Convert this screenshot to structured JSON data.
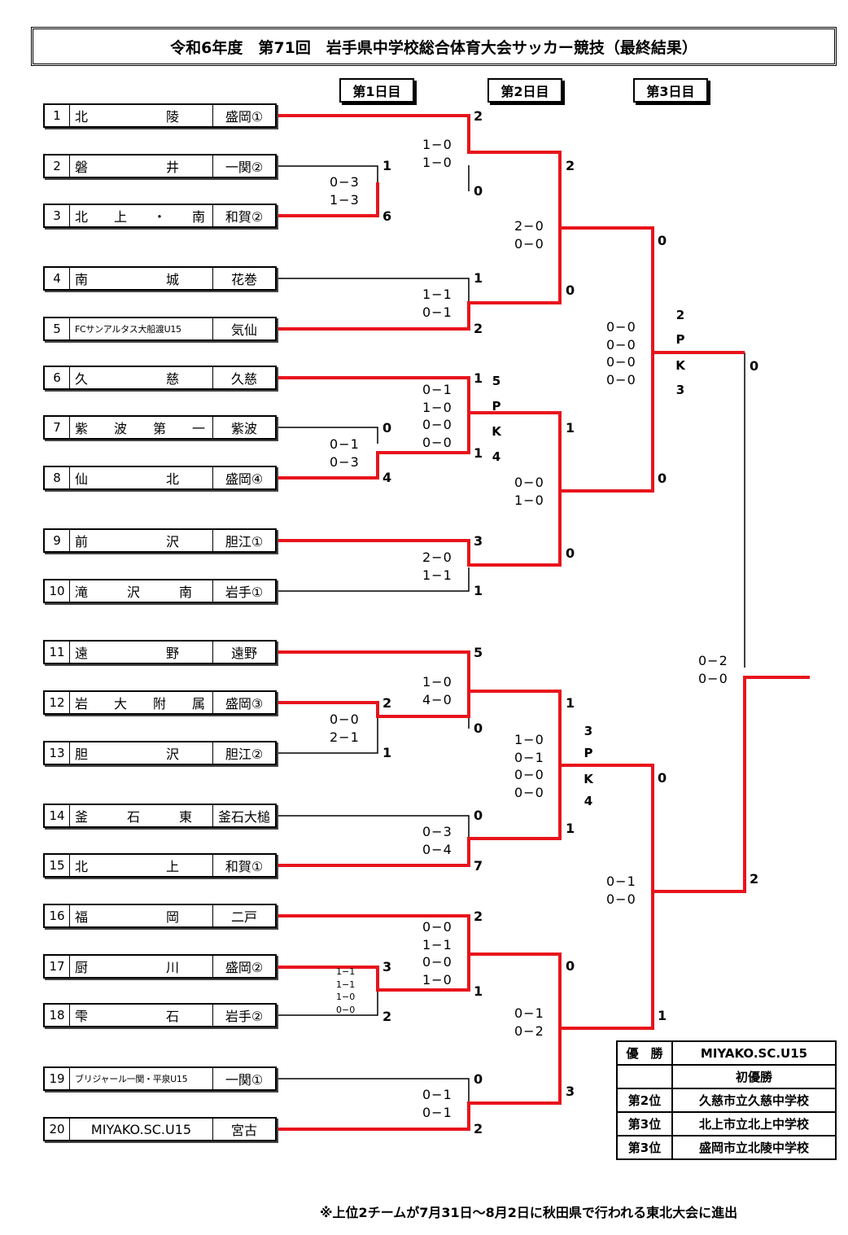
{
  "title": "令和6年度　第71回　岩手県中学校総合体育大会サッカー競技（最終結果）",
  "days": [
    "第1日目",
    "第2日目",
    "第3日目"
  ],
  "teams": [
    {
      "no": "1",
      "name": "北　　　　　　陵",
      "region": "盛岡①"
    },
    {
      "no": "2",
      "name": "磐　　　　　　井",
      "region": "一関②"
    },
    {
      "no": "3",
      "name": "北　　上　　・　　南",
      "region": "和賀②"
    },
    {
      "no": "4",
      "name": "南　　　　　　城",
      "region": "花巻"
    },
    {
      "no": "5",
      "name": "FCサンアルタス大船渡U15",
      "region": "気仙"
    },
    {
      "no": "6",
      "name": "久　　　　　　慈",
      "region": "久慈"
    },
    {
      "no": "7",
      "name": "紫　　波　　第　　一",
      "region": "紫波"
    },
    {
      "no": "8",
      "name": "仙　　　　　　北",
      "region": "盛岡④"
    },
    {
      "no": "9",
      "name": "前　　　　　　沢",
      "region": "胆江①"
    },
    {
      "no": "10",
      "name": "滝　　　沢　　　南",
      "region": "岩手①"
    },
    {
      "no": "11",
      "name": "遠　　　　　　野",
      "region": "遠野"
    },
    {
      "no": "12",
      "name": "岩　　大　　附　　属",
      "region": "盛岡③"
    },
    {
      "no": "13",
      "name": "胆　　　　　　沢",
      "region": "胆江②"
    },
    {
      "no": "14",
      "name": "釜　　　石　　　東",
      "region": "釜石大槌"
    },
    {
      "no": "15",
      "name": "北　　　　　　上",
      "region": "和賀①"
    },
    {
      "no": "16",
      "name": "福　　　　　　岡",
      "region": "二戸"
    },
    {
      "no": "17",
      "name": "厨　　　　　　川",
      "region": "盛岡②"
    },
    {
      "no": "18",
      "name": "雫　　　　　　石",
      "region": "岩手②"
    },
    {
      "no": "19",
      "name": "ブリジャール一関・平泉U15",
      "region": "一関①"
    },
    {
      "no": "20",
      "name": "MIYAKO.SC.U15",
      "region": "宮古"
    }
  ],
  "scores": {
    "g_2_3": {
      "a": "1",
      "b": "6",
      "halves": "0−3\n1−3"
    },
    "g_7_8": {
      "a": "0",
      "b": "4",
      "halves": "0−1\n0−3"
    },
    "g_12_13": {
      "a": "2",
      "b": "1",
      "halves": "0−0\n2−1"
    },
    "g_17_18": {
      "a": "3",
      "b": "2",
      "halves": "1−1\n1−1\n1−0\n0−0"
    },
    "g_1_w": {
      "a": "2",
      "b": "0",
      "halves": "1−0\n1−0"
    },
    "g_4_5": {
      "a": "1",
      "b": "2",
      "halves": "1−1\n0−1"
    },
    "g_6_w": {
      "a": "1",
      "b": "1",
      "halves": "0−1\n1−0\n0−0\n0−0",
      "pk_a": "5",
      "pk_b": "4"
    },
    "g_9_10": {
      "a": "3",
      "b": "1",
      "halves": "2−0\n1−1"
    },
    "g_11_w": {
      "a": "5",
      "b": "0",
      "halves": "1−0\n4−0"
    },
    "g_14_15": {
      "a": "0",
      "b": "7",
      "halves": "0−3\n0−4"
    },
    "g_16_w": {
      "a": "2",
      "b": "1",
      "halves": "0−0\n1−1\n0−0\n1−0"
    },
    "g_19_20": {
      "a": "0",
      "b": "2",
      "halves": "0−1\n0−1"
    },
    "r2_a": {
      "a": "2",
      "b": "0",
      "halves": "2−0\n0−0"
    },
    "r2_b": {
      "a": "1",
      "b": "0",
      "halves": "0−0\n1−0"
    },
    "r2_c": {
      "a": "1",
      "b": "1",
      "halves": "1−0\n0−1\n0−0\n0−0",
      "pk_a": "3",
      "pk_b": "4"
    },
    "r2_d": {
      "a": "0",
      "b": "3",
      "halves": "0−1\n0−2"
    },
    "sf_a": {
      "a": "0",
      "b": "0",
      "halves": "0−0\n0−0\n0−0\n0−0",
      "pk_a": "2",
      "pk_b": "3"
    },
    "sf_b": {
      "a": "0",
      "b": "1",
      "halves": "0−1\n0−0"
    },
    "final": {
      "a": "0",
      "b": "2",
      "halves": "0−2\n0−0"
    }
  },
  "pk_label": [
    "P",
    "K"
  ],
  "results": [
    {
      "pos": "優　勝",
      "team": "MIYAKO.SC.U15"
    },
    {
      "pos": "",
      "team": "初優勝"
    },
    {
      "pos": "第2位",
      "team": "久慈市立久慈中学校"
    },
    {
      "pos": "第3位",
      "team": "北上市立北上中学校"
    },
    {
      "pos": "第3位",
      "team": "盛岡市立北陵中学校"
    }
  ],
  "footnote": "※上位2チームが7月31日～8月2日に秋田県で行われる東北大会に進出",
  "colors": {
    "winner_line": "#e8141c",
    "line": "#000000"
  }
}
